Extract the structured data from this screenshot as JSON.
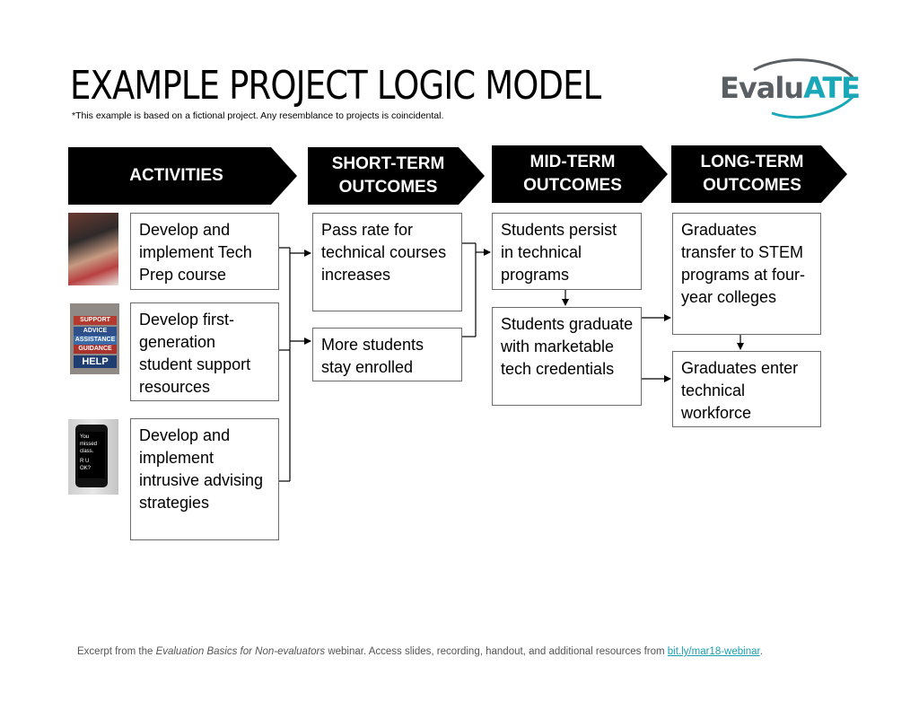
{
  "header": {
    "title": "EXAMPLE PROJECT LOGIC MODEL",
    "subtitle": "*This example is based on a fictional project. Any resemblance to projects is coincidental.",
    "logo": {
      "part1": "Evalu",
      "part2": "ATE",
      "primary_color": "#5a5f63",
      "accent_color": "#1aa8b8"
    }
  },
  "columns": [
    {
      "heading_line1": "ACTIVITIES",
      "heading_line2": ""
    },
    {
      "heading_line1": "SHORT-TERM",
      "heading_line2": "OUTCOMES"
    },
    {
      "heading_line1": "MID-TERM",
      "heading_line2": "OUTCOMES"
    },
    {
      "heading_line1": "LONG-TERM",
      "heading_line2": "OUTCOMES"
    }
  ],
  "activities": [
    "Develop and implement Tech Prep course",
    "Develop first-generation student support resources",
    "Develop and implement intrusive advising strategies"
  ],
  "short_term": [
    "Pass rate for technical courses increases",
    "More students stay enrolled"
  ],
  "mid_term": [
    "Students persist in technical programs",
    "Students graduate with marketable tech credentials"
  ],
  "long_term": [
    "Graduates transfer to STEM programs at four-year colleges",
    "Graduates enter technical workforce"
  ],
  "photos": {
    "support_stack": [
      "SUPPORT",
      "ADVICE",
      "ASSISTANCE",
      "GUIDANCE",
      "HELP"
    ],
    "phone_text": [
      "You",
      "missed",
      "class.",
      "R U",
      "OK?"
    ]
  },
  "footer": {
    "prefix": "Excerpt from the ",
    "webinar_name": "Evaluation Basics for Non-evaluators",
    "middle": " webinar. Access slides, recording, handout, and additional resources from ",
    "link": "bit.ly/mar18-webinar",
    "suffix": "."
  }
}
